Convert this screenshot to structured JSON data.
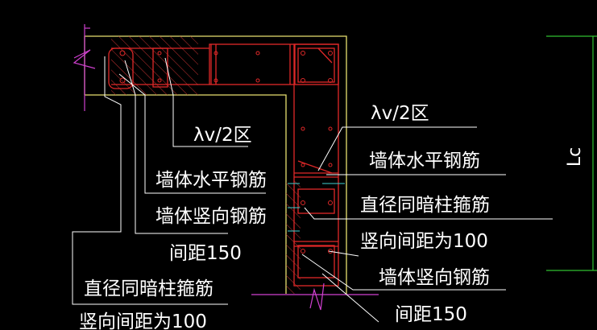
{
  "colors": {
    "background": "#000000",
    "wall_outline": "#e8e070",
    "rebar_red": "#e02828",
    "hatch_red": "#c03030",
    "leader_white": "#ffffff",
    "text_white": "#ffffff",
    "break_magenta": "#d040d0",
    "dim_green": "#30c030",
    "cyan_tick": "#40d0d0"
  },
  "labels": {
    "lv2_left": "λv/2区",
    "horiz_rebar_left": "墙体水平钢筋",
    "vert_rebar_left": "墙体竖向钢筋",
    "spacing_left": "间距150",
    "stirrup_left_1": "直径同暗柱箍筋",
    "stirrup_left_2": "竖向间距为100",
    "lv2_right": "λv/2区",
    "horiz_rebar_right": "墙体水平钢筋",
    "stirrup_right_1": "直径同暗柱箍筋",
    "stirrup_right_2": "竖向间距为100",
    "vert_rebar_right": "墙体竖向钢筋",
    "spacing_right": "间距150",
    "lc_dim": "Lc"
  },
  "icons": [
    "break-line-icon",
    "dimension-line-icon"
  ]
}
